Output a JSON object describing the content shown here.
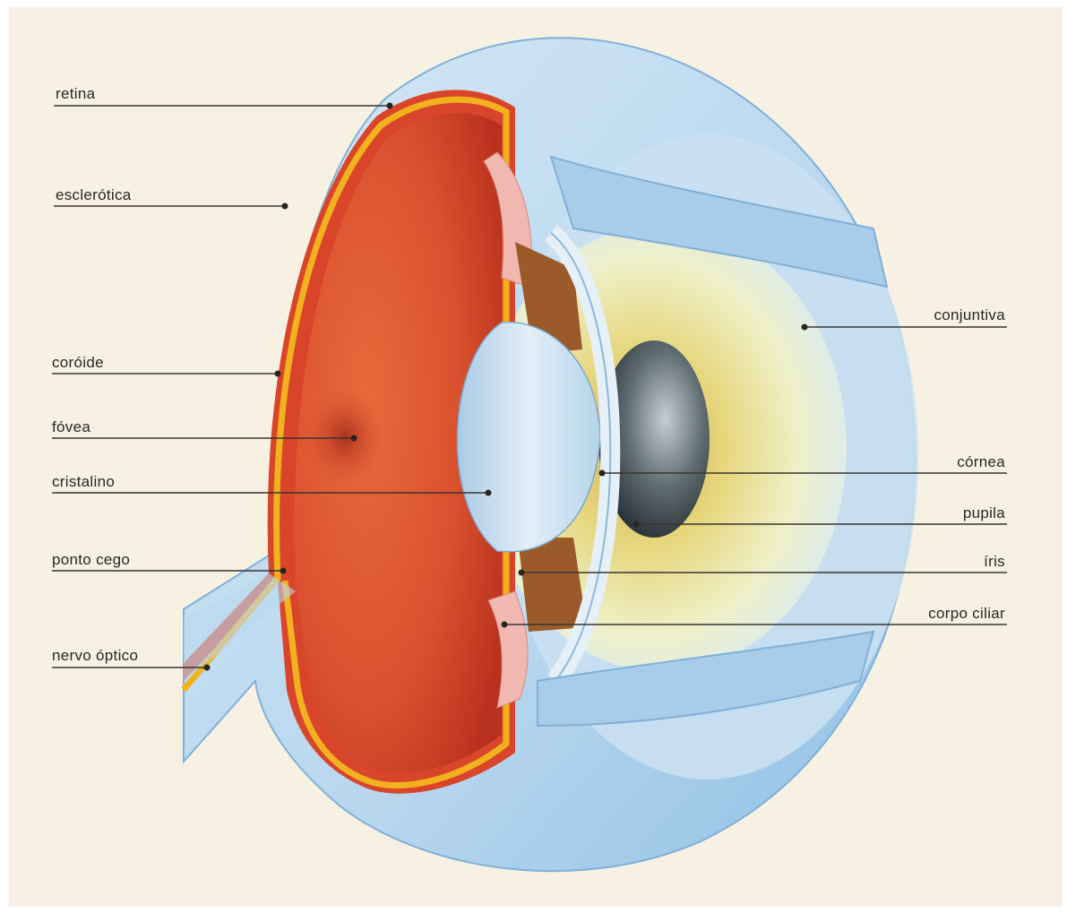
{
  "labels": {
    "retina": "retina",
    "esclerotica": "esclerótica",
    "coroide": "coróide",
    "fovea": "fóvea",
    "cristalino": "cristalino",
    "ponto_cego": "ponto cego",
    "nervo_optico": "nervo óptico",
    "conjuntiva": "conjuntiva",
    "cornea": "córnea",
    "pupila": "pupila",
    "iris": "íris",
    "corpo_ciliar": "corpo ciliar"
  },
  "colors": {
    "page_paper": "#f7f1e4",
    "sclera_blue": "#b9d8ee",
    "choroid_red": "#d9452b",
    "retina_yellow": "#f2b21e",
    "vitreous_red": "#d85a36",
    "iris_yellow": "#e8d77a",
    "ciliary_brown": "#9a5a2a",
    "lens_blue": "#cfe4f2",
    "pupil_dark": "#2f3a40",
    "ink": "#2a2622"
  }
}
